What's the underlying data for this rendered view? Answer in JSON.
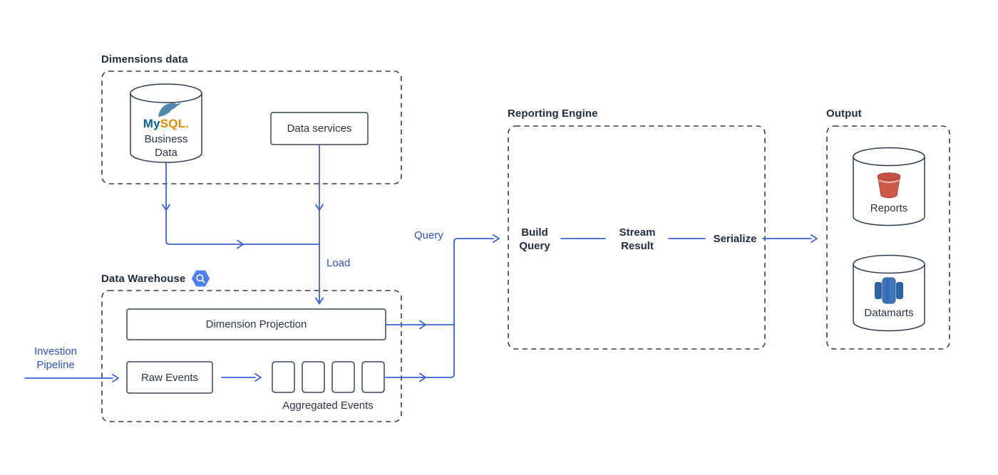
{
  "colors": {
    "ink": "#273246",
    "box_stroke": "#38435a",
    "line_blue": "#3a62d5",
    "label_blue": "#2b51cc",
    "bigquery_blue": "#4d80ee",
    "mysql_my_blue": "#00678f",
    "mysql_sql_orange": "#e08d00",
    "bucket_red": "#cd5949",
    "datamart_blue": "#3c74bb"
  },
  "dimensions_group": {
    "title": "Dimensions data",
    "mysql_store": {
      "logo_my": "My",
      "logo_sql": "SQL.",
      "label": "Business Data",
      "icon": "mysql-dolphin-icon"
    },
    "data_services_label": "Data services"
  },
  "warehouse_group": {
    "title": "Data Warehouse",
    "icon": "bigquery-hexagon-icon",
    "dimension_projection_label": "Dimension Projection",
    "raw_events_label": "Raw Events",
    "aggregated_events_label": "Aggregated Events"
  },
  "reporting_group": {
    "title": "Reporting Engine",
    "steps": [
      "Build Query",
      "Stream Result",
      "Serialize"
    ]
  },
  "output_group": {
    "title": "Output",
    "stores": [
      {
        "label": "Reports",
        "icon": "bucket-icon"
      },
      {
        "label": "Datamarts",
        "icon": "database-cluster-icon"
      }
    ]
  },
  "edge_labels": {
    "ingestion": "Investion Pipeline",
    "load": "Load",
    "query": "Query"
  }
}
